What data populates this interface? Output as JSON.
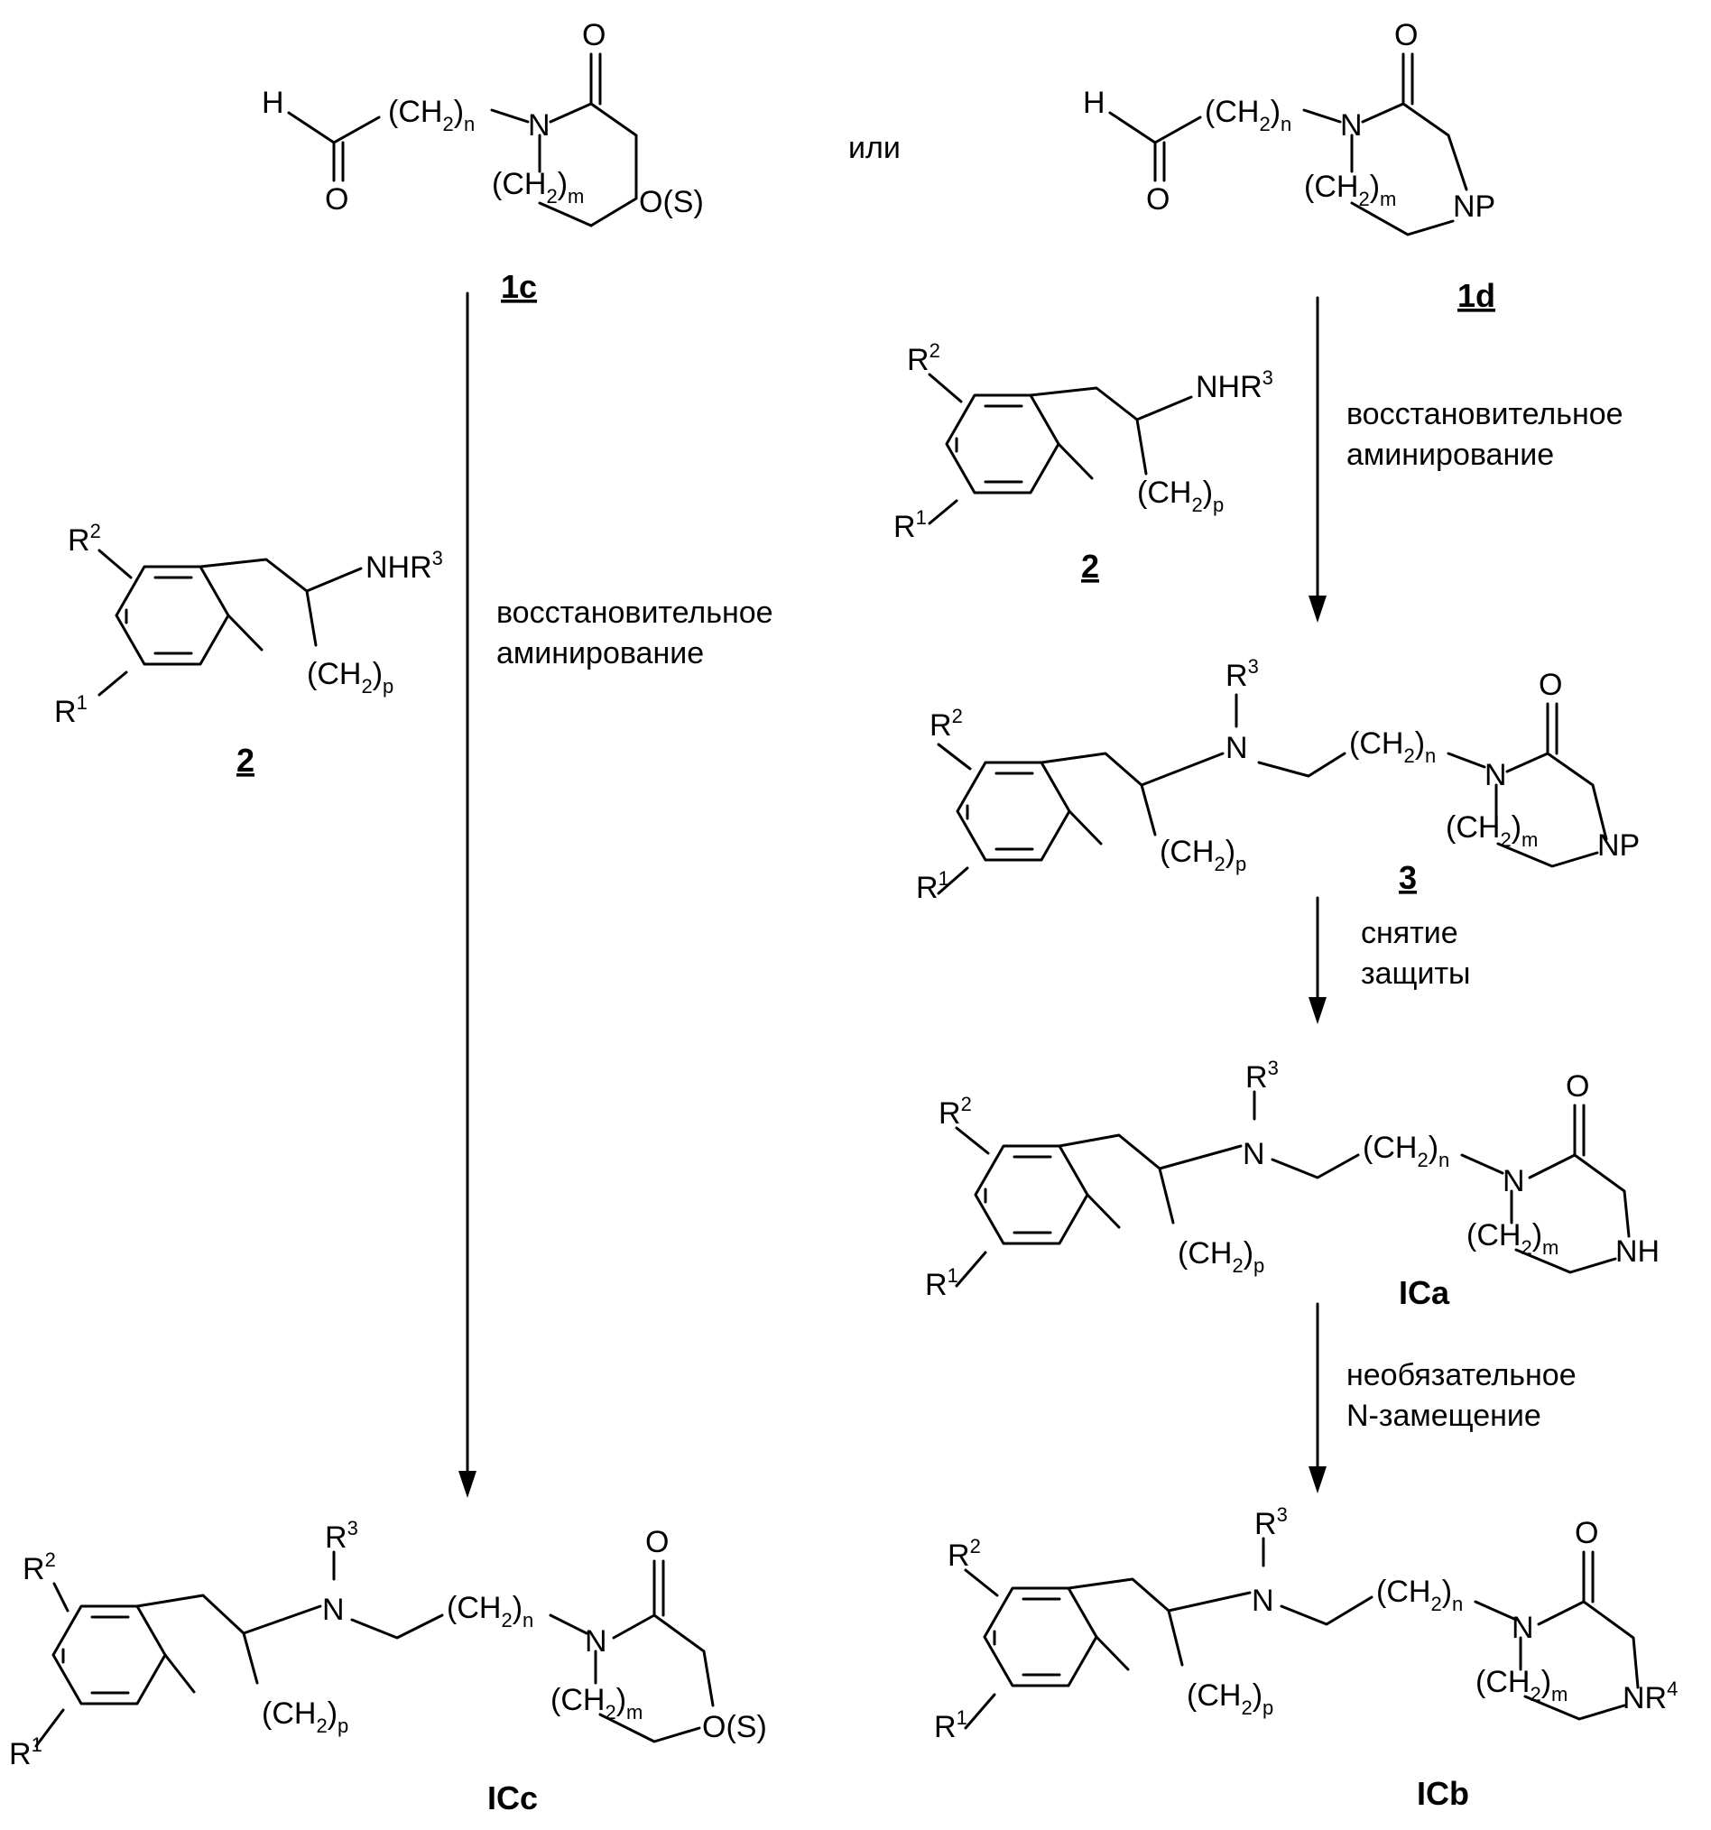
{
  "compounds": {
    "c1c": "1c",
    "c1d": "1d",
    "c2": "2",
    "c3": "3",
    "ICa": "ICa",
    "ICb": "ICb",
    "ICc": "ICc"
  },
  "connector_or": "или",
  "conditions": {
    "reductive_amination_line1": "восстановительное",
    "reductive_amination_line2": "аминирование",
    "deprotection_line1": "снятие",
    "deprotection_line2": "защиты",
    "n_substitution_line1": "необязательное",
    "n_substitution_line2": "N-замещение"
  },
  "atoms": {
    "H": "H",
    "O": "O",
    "N": "N",
    "CH": "(CH",
    "close": ")",
    "two": "2",
    "n": "n",
    "m": "m",
    "p": "p",
    "O_S": "O(S)",
    "NP": "NP",
    "NH": "NH",
    "NHR": "NHR",
    "R": "R",
    "NR": "NR",
    "sup1": "1",
    "sup2": "2",
    "sup3": "3",
    "sup4": "4"
  }
}
